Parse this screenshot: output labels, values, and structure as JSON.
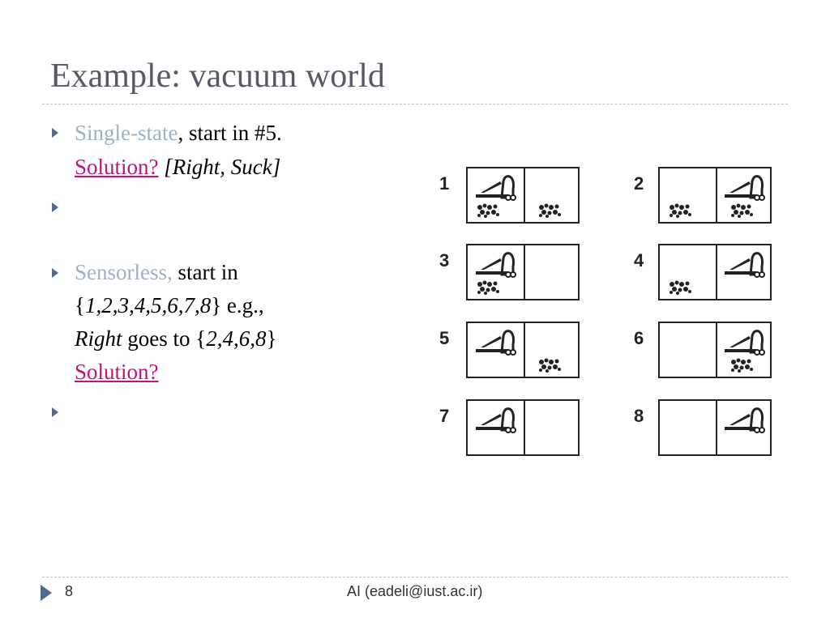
{
  "slide": {
    "title": "Example: vacuum world",
    "page_number": "8",
    "footer": "AI (eadeli@iust.ac.ir)"
  },
  "bullets": {
    "b1": {
      "accent": "Single-state",
      "text": ", start in #5.",
      "solution_label": "Solution?",
      "solution_value": " [Right, Suck]"
    },
    "b3": {
      "accent": "Sensorless,",
      "text": " start in",
      "line2_open": "{",
      "line2_set": "1,2,3,4,5,6,7,8",
      "line2_close": "} e.g.,",
      "line3_right": "Right",
      "line3_goes": " goes to {",
      "line3_set": "2,4,6,8",
      "line3_close": "}",
      "solution_label": "Solution?"
    }
  },
  "states": [
    {
      "label": "1",
      "vacuum": "left",
      "dirt_left": true,
      "dirt_right": true
    },
    {
      "label": "2",
      "vacuum": "right",
      "dirt_left": true,
      "dirt_right": true
    },
    {
      "label": "3",
      "vacuum": "left",
      "dirt_left": true,
      "dirt_right": false
    },
    {
      "label": "4",
      "vacuum": "right",
      "dirt_left": true,
      "dirt_right": false
    },
    {
      "label": "5",
      "vacuum": "left",
      "dirt_left": false,
      "dirt_right": true
    },
    {
      "label": "6",
      "vacuum": "right",
      "dirt_left": false,
      "dirt_right": true
    },
    {
      "label": "7",
      "vacuum": "left",
      "dirt_left": false,
      "dirt_right": false
    },
    {
      "label": "8",
      "vacuum": "right",
      "dirt_left": false,
      "dirt_right": false
    }
  ],
  "colors": {
    "accent": "#9bb3c8",
    "link": "#c0147a",
    "bullet": "#4f6b8f",
    "title": "#555a66"
  }
}
